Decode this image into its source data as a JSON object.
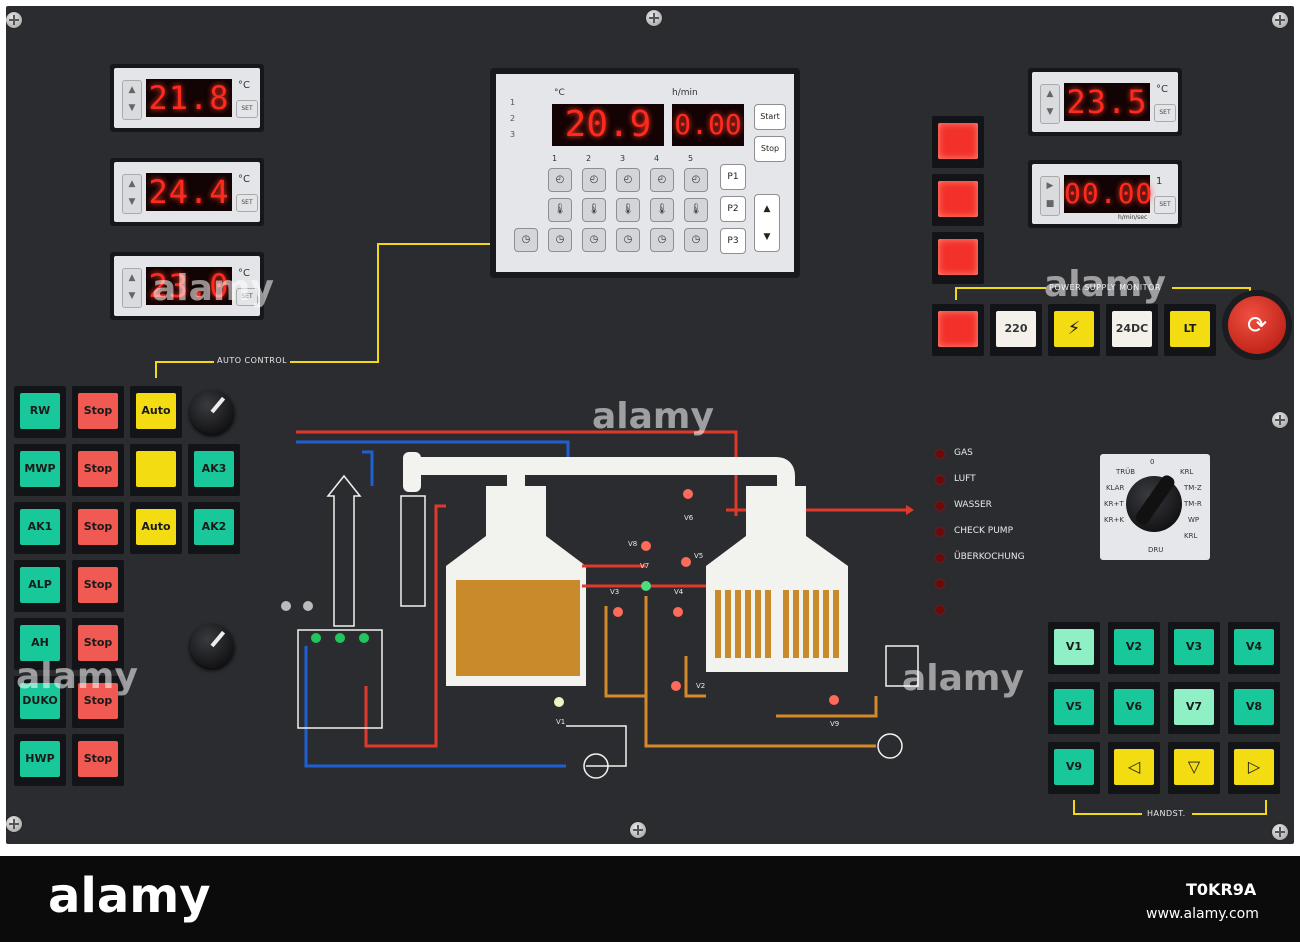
{
  "panel": {
    "temp_left": [
      {
        "value": "21.8",
        "unit": "°C",
        "set": "SET"
      },
      {
        "value": "24.4",
        "unit": "°C",
        "set": "SET"
      },
      {
        "value": "23.0",
        "unit": "°C",
        "set": "SET"
      }
    ],
    "temp_right": {
      "value": "23.5",
      "unit": "°C",
      "set": "SET"
    },
    "timer_right": {
      "value": "00.00",
      "set": "SET",
      "sub": "h/min/sec",
      "indicator": "1"
    },
    "main_controller": {
      "unit_c": "°C",
      "unit_h": "h/min",
      "value_a": "20.9",
      "value_b": "0.00",
      "channels": [
        "1",
        "2",
        "3"
      ],
      "cols": [
        "1",
        "2",
        "3",
        "4",
        "5"
      ],
      "start": "Start",
      "stop": "Stop",
      "programs": [
        "P1",
        "P2",
        "P3"
      ]
    },
    "auto_control_label": "AUTO CONTROL",
    "power_supply_label": "POWER SUPPLY MONITOR",
    "power_buttons": [
      "220",
      "24DC",
      "LT"
    ],
    "left_buttons": [
      {
        "g": "RW",
        "r": "Stop",
        "y": "Auto"
      },
      {
        "g": "MWP",
        "r": "Stop",
        "y": "",
        "g2": "AK3"
      },
      {
        "g": "AK1",
        "r": "Stop",
        "y": "Auto",
        "g2": "AK2"
      },
      {
        "g": "ALP",
        "r": "Stop"
      },
      {
        "g": "AH",
        "r": "Stop"
      },
      {
        "g": "DUKO",
        "r": "Stop"
      },
      {
        "g": "HWP",
        "r": "Stop"
      }
    ],
    "status_leds": [
      "GAS",
      "LUFT",
      "WASSER",
      "CHECK PUMP",
      "ÜBERKOCHUNG",
      "",
      ""
    ],
    "selector_labels": [
      "0",
      "TRÜB",
      "KRL",
      "KLAR",
      "TM-Z",
      "KR+T",
      "TM-R",
      "KR+K",
      "WP",
      "KRL",
      "DRU"
    ],
    "handst_label": "HANDST.",
    "valve_buttons": [
      "V1",
      "V2",
      "V3",
      "V4",
      "V5",
      "V6",
      "V7",
      "V8",
      "V9"
    ],
    "diagram_valves": [
      "V1",
      "V2",
      "V3",
      "V4",
      "V5",
      "V6",
      "V7",
      "V8",
      "V9"
    ]
  },
  "watermark": "alamy",
  "footer": {
    "logo": "alamy",
    "id": "T0KR9A",
    "url": "www.alamy.com"
  },
  "colors": {
    "panel": "#2b2c30",
    "green": "#18c79a",
    "red": "#f05a52",
    "yellow": "#f4dc13",
    "line_yellow": "#f2d81a",
    "pipe_red": "#e0392b",
    "pipe_blue": "#1f5fd1"
  }
}
